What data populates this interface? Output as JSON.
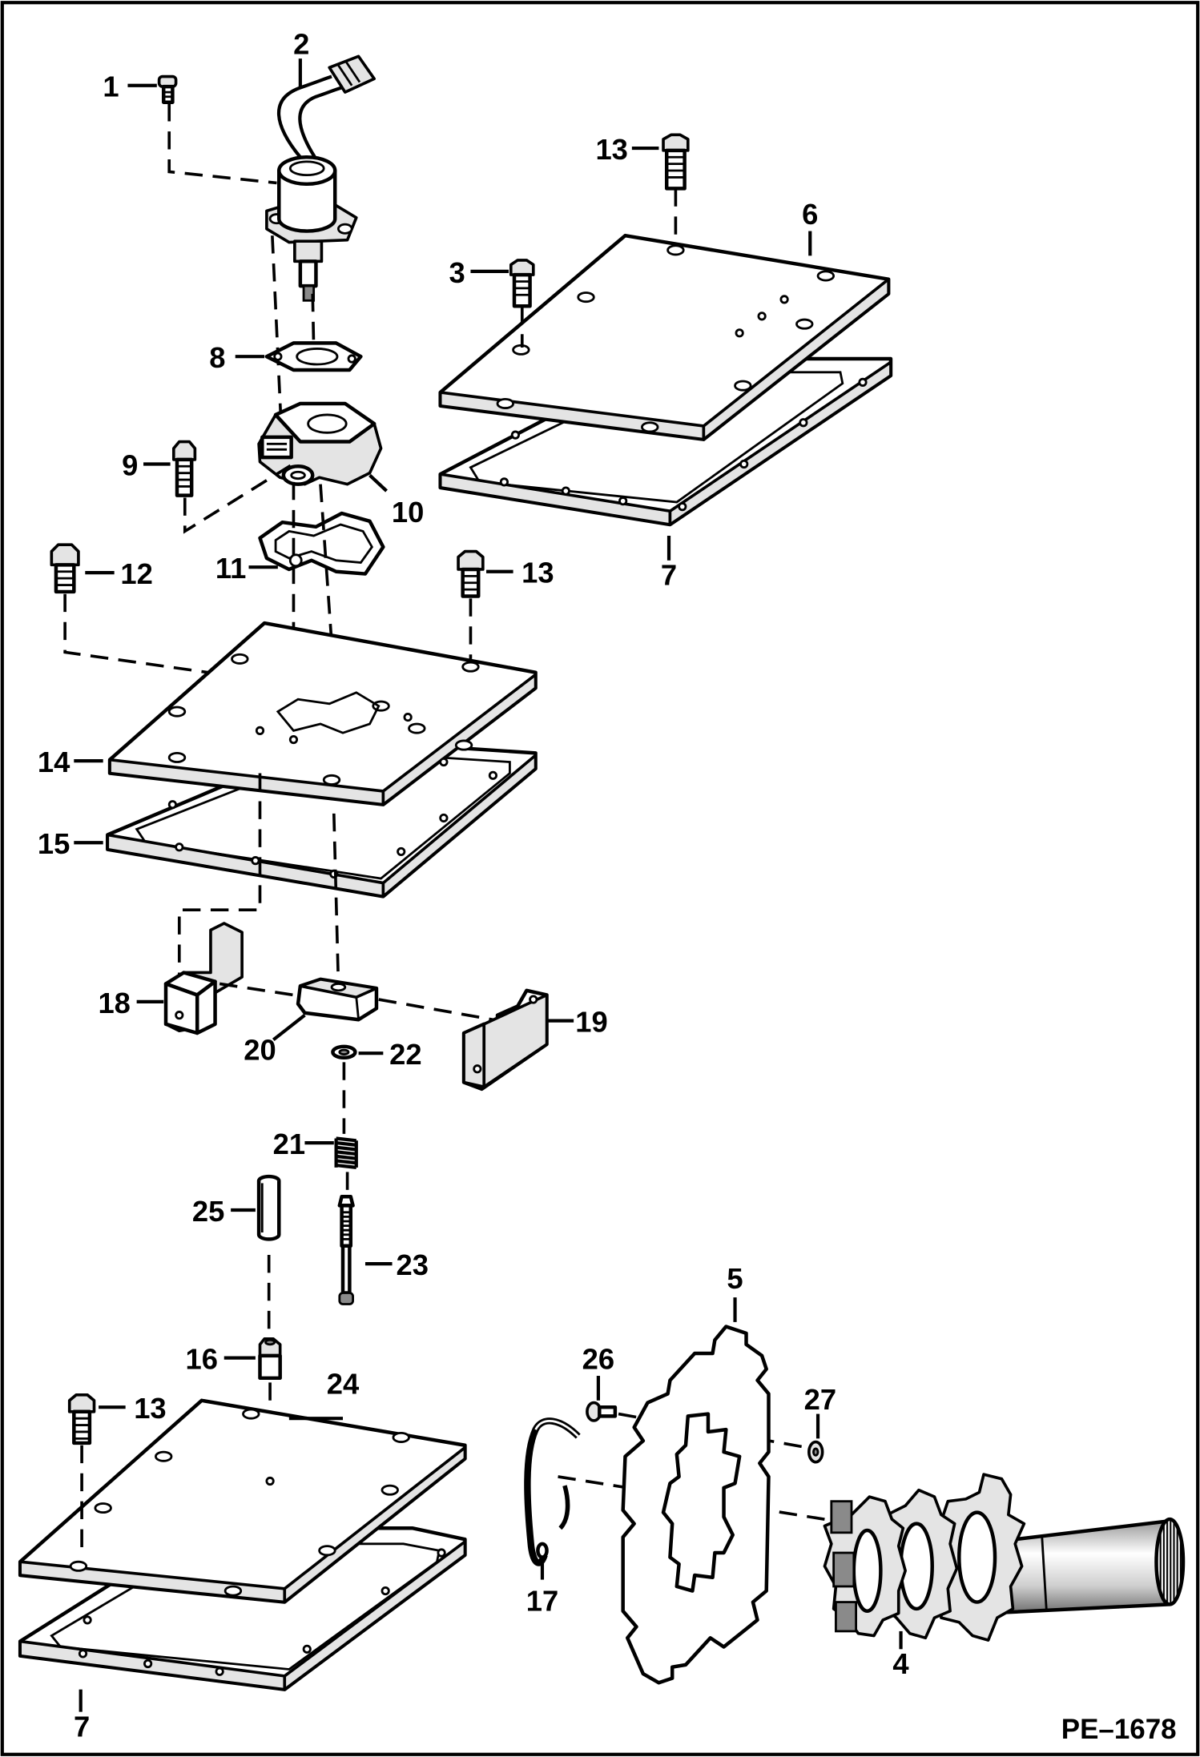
{
  "figure": {
    "code": "PE–1678",
    "callouts": [
      {
        "id": "c1",
        "text": "1"
      },
      {
        "id": "c2",
        "text": "2"
      },
      {
        "id": "c3",
        "text": "3"
      },
      {
        "id": "c4",
        "text": "4"
      },
      {
        "id": "c5",
        "text": "5"
      },
      {
        "id": "c6",
        "text": "6"
      },
      {
        "id": "c7a",
        "text": "7"
      },
      {
        "id": "c7b",
        "text": "7"
      },
      {
        "id": "c8",
        "text": "8"
      },
      {
        "id": "c9",
        "text": "9"
      },
      {
        "id": "c10",
        "text": "10"
      },
      {
        "id": "c11",
        "text": "11"
      },
      {
        "id": "c12",
        "text": "12"
      },
      {
        "id": "c13a",
        "text": "13"
      },
      {
        "id": "c13b",
        "text": "13"
      },
      {
        "id": "c13c",
        "text": "13"
      },
      {
        "id": "c14",
        "text": "14"
      },
      {
        "id": "c15",
        "text": "15"
      },
      {
        "id": "c16",
        "text": "16"
      },
      {
        "id": "c17",
        "text": "17"
      },
      {
        "id": "c18",
        "text": "18"
      },
      {
        "id": "c19",
        "text": "19"
      },
      {
        "id": "c20",
        "text": "20"
      },
      {
        "id": "c21",
        "text": "21"
      },
      {
        "id": "c22",
        "text": "22"
      },
      {
        "id": "c23",
        "text": "23"
      },
      {
        "id": "c24",
        "text": "24"
      },
      {
        "id": "c25",
        "text": "25"
      },
      {
        "id": "c26",
        "text": "26"
      },
      {
        "id": "c27",
        "text": "27"
      }
    ]
  }
}
